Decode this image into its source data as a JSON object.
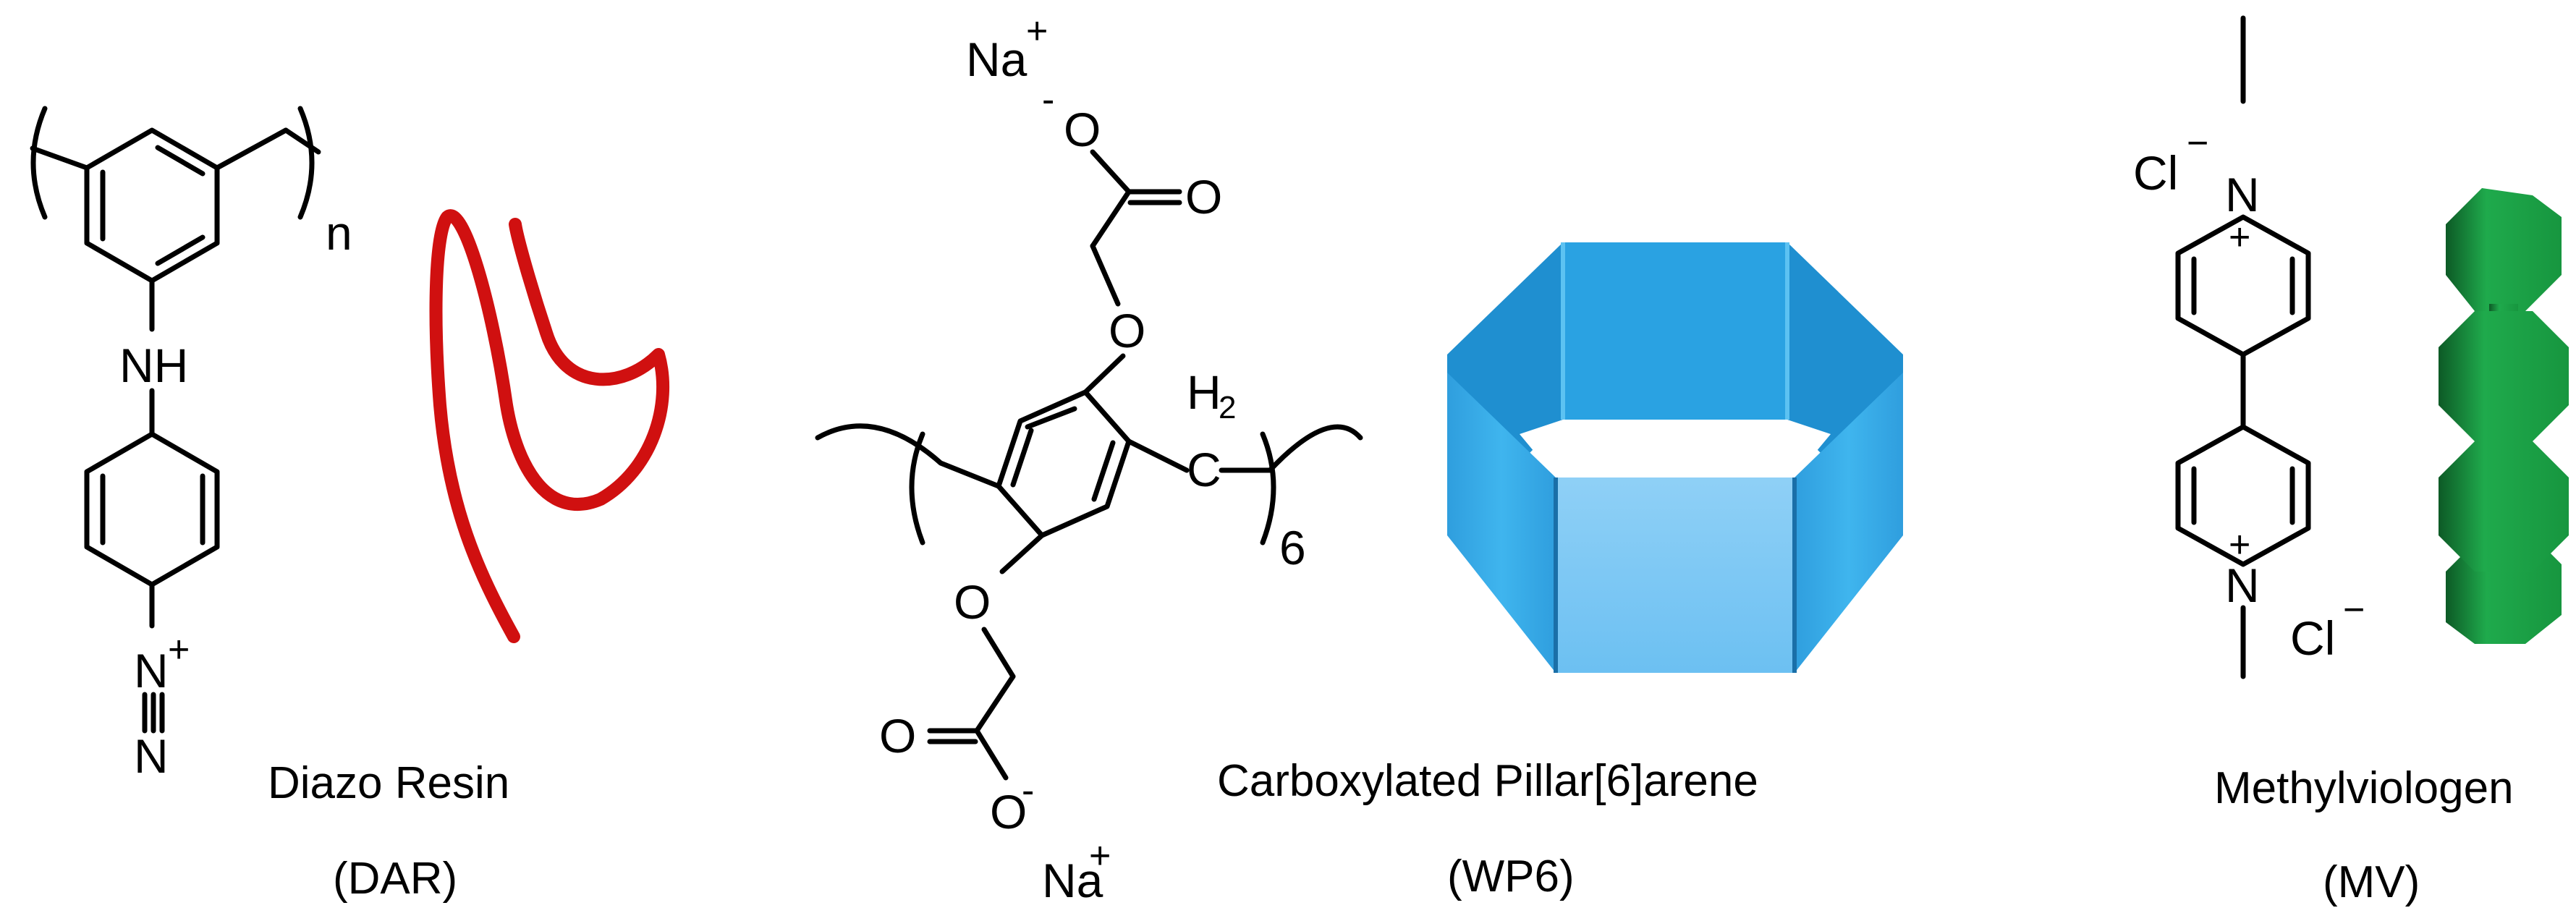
{
  "dar": {
    "name": "Diazo Resin",
    "abbr": "(DAR)",
    "nh": "NH",
    "n_sub": "n",
    "n1": "N",
    "n2": "N",
    "plus": "+",
    "color": "#d01010"
  },
  "wp6": {
    "name": "Carboxylated Pillar[6]arene",
    "abbr": "(WP6)",
    "na": "Na",
    "plus": "+",
    "minus": "-",
    "o": "O",
    "h2": "H",
    "h2_sub": "2",
    "c": "C",
    "repeat": "6",
    "color": "#3aaeea"
  },
  "mv": {
    "name": "Methylviologen",
    "abbr": "(MV)",
    "cl": "Cl",
    "minus": "−",
    "n": "N",
    "plus": "+",
    "color": "#1aa84a"
  }
}
